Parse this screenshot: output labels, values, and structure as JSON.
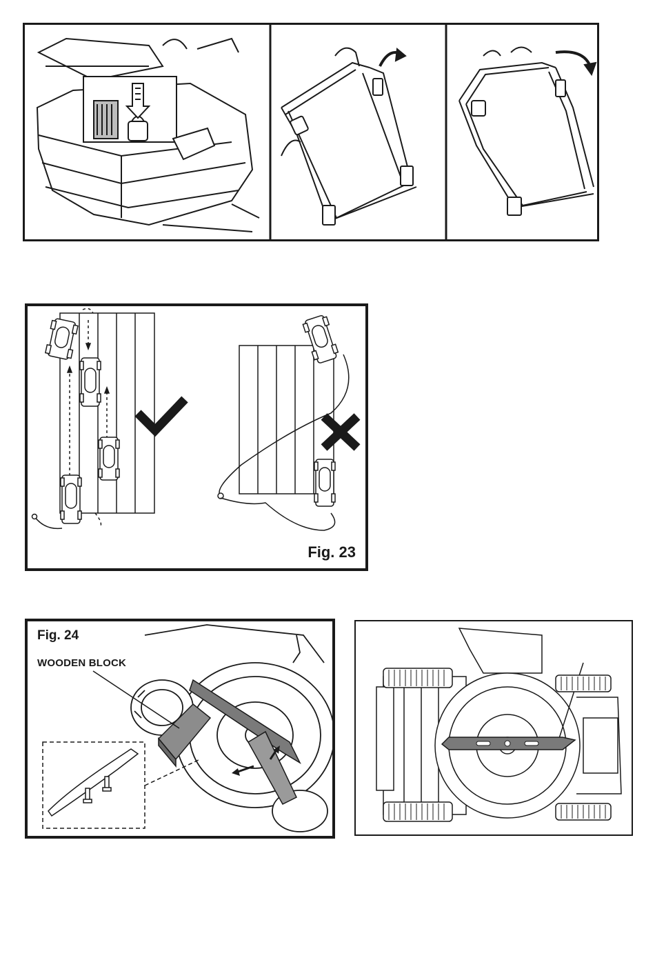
{
  "fig23": {
    "label": "Fig. 23"
  },
  "fig24": {
    "label": "Fig. 24",
    "wooden_block_label": "WOODEN BLOCK"
  },
  "colors": {
    "ink": "#1a1a1a",
    "blade_fill": "#7a7a7a",
    "block_fill": "#8c8c8c"
  }
}
